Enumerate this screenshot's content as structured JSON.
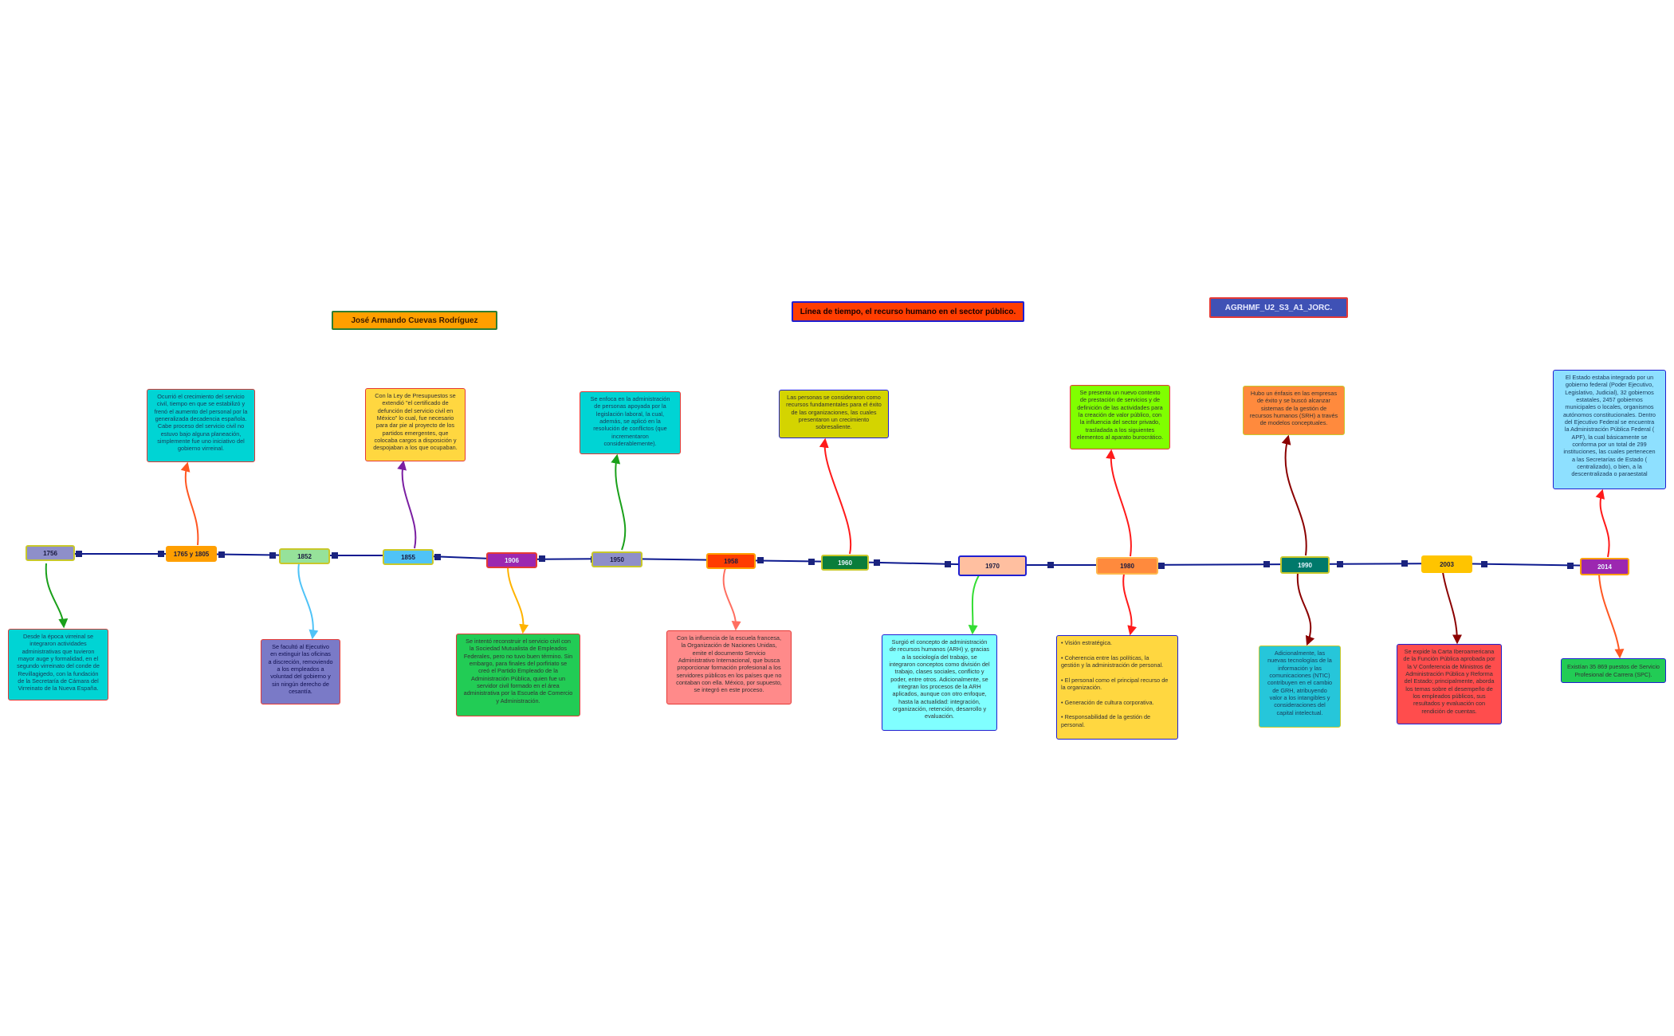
{
  "headers": {
    "author": "José Armando Cuevas Rodríguez",
    "title": "Línea de tiempo, el recurso humano en el sector público.",
    "code": "AGRHMF_U2_S3_A1_JORC."
  },
  "timeline": [
    {
      "label": "1756",
      "fill": "#8e8fc9",
      "border": "#c8c82a"
    },
    {
      "label": "1765 y 1805",
      "fill": "#ff9f00",
      "border": "#ff9f00"
    },
    {
      "label": "1852",
      "fill": "#96e29a",
      "border": "#c8c82a"
    },
    {
      "label": "1855",
      "fill": "#4fc3f7",
      "border": "#c8c82a"
    },
    {
      "label": "1906",
      "fill": "#9c27b0",
      "border": "#e53935"
    },
    {
      "label": "1950",
      "fill": "#8e8fc9",
      "border": "#c8c82a"
    },
    {
      "label": "1958",
      "fill": "#ff3d00",
      "border": "#ff9f00"
    },
    {
      "label": "1960",
      "fill": "#0a7d3b",
      "border": "#c8c82a"
    },
    {
      "label": "1970",
      "fill": "#ffbfa0",
      "border": "#1f1fd1"
    },
    {
      "label": "1980",
      "fill": "#ff8a3d",
      "border": "#ffb74d"
    },
    {
      "label": "1990",
      "fill": "#00796b",
      "border": "#c8c82a"
    },
    {
      "label": "2003",
      "fill": "#ffc400",
      "border": "#ffc400"
    },
    {
      "label": "2014",
      "fill": "#9c27b0",
      "border": "#ff9f00"
    }
  ],
  "notes": [
    {
      "id": "n1756",
      "fill": "#00d4d4",
      "border": "#e53935",
      "stroke": "#1aa01a",
      "text": "Desde la época virreinal se\nintegraron actividades\nadministrativas que tuvieron\nmayor auge y formalidad, en el\nsegundo virreinato del conde de\nRevillagigedo, con la fundación\nde la Secretaría de Cámara del\nVirreinato de la Nueva España."
    },
    {
      "id": "n1765",
      "fill": "#00d4d4",
      "border": "#e53935",
      "stroke": "#ff5722",
      "text": "Ocurrió el crecimiento del servicio\ncivil, tiempo en que se estabilizó y\nfrenó el aumento del personal por la\ngeneralizada decadencia española.\nCabe proceso del servicio civil no\nestuvo bajo alguna planeación,\nsimplemente fue uno iniciativo del\ngobierno virreinal."
    },
    {
      "id": "n1852",
      "fill": "#7a7ac7",
      "border": "#e53935",
      "stroke": "#4fc3f7",
      "text": "Se facultó al Ejecutivo\nen extinguir las oficinas\na discreción, removiendo\na los empleados a\nvoluntad del gobierno y\nsin ningún derecho de\ncesantía."
    },
    {
      "id": "n1855",
      "fill": "#ffd740",
      "border": "#e53935",
      "stroke": "#7b1fa2",
      "text": "Con la Ley de Presupuestos se\nextendió \"el certificado de\ndefunción del servicio civil en\nMéxico\" lo cual, fue necesario\npara dar pie al proyecto de los\npartidos emergentes, que\ncolocaba cargos a disposición y\ndespojaban a los que ocupaban."
    },
    {
      "id": "n1906",
      "fill": "#22cc55",
      "border": "#e53935",
      "stroke": "#ffb300",
      "text": "Se intentó reconstruir el servicio civil con\nla Sociedad Mutualista de Empleados\nFederales, pero no tuvo buen término. Sin\nembargo, para finales del porfiriato se\ncreó el Partido Empleado de la\nAdministración Pública, quien fue un\nservidor civil formado en el área\nadministrativa por la Escuela de Comercio\ny Administración."
    },
    {
      "id": "n1950",
      "fill": "#00d4d4",
      "border": "#e53935",
      "stroke": "#1aa01a",
      "text": "Se enfoca en la administración\nde personas apoyada por la\nlegislación laboral, la cual,\nademás, se aplicó en la\nresolución de conflictos (que\nincrementaron\nconsiderablemente)."
    },
    {
      "id": "n1958",
      "fill": "#ff8a8a",
      "border": "#e53935",
      "stroke": "#ff6f61",
      "text": "Con la influencia de la escuela francesa,\nla Organización de Naciones Unidas,\nemite el documento Servicio\nAdministrativo Internacional, que busca\nproporcionar formación profesional a los\nservidores públicos en los países que no\ncontaban con ella. México, por supuesto,\nse integró en este proceso."
    },
    {
      "id": "n1960",
      "fill": "#d4d400",
      "border": "#1f1fd1",
      "stroke": "#ff1a1a",
      "text": "Las personas se consideraron como\nrecursos fundamentales para el éxito\nde las organizaciones, las cuales\npresentaron un crecimiento\nsobresaliente."
    },
    {
      "id": "n1970",
      "fill": "#80ffff",
      "border": "#1f1fd1",
      "stroke": "#33dd33",
      "text": "Surgió el concepto de administración\nde recursos humanos (ARH) y, gracias\na la sociología del trabajo, se\nintegraron conceptos como división del\ntrabajo, clases sociales, conflicto y\npoder, entre otros. Adicionalmente, se\nintegran los procesos de la ARH\naplicados, aunque con otro enfoque,\nhasta la actualidad: integración,\norganización, retención, desarrollo y\nevaluación."
    },
    {
      "id": "n1980a",
      "fill": "#80ff00",
      "border": "#e53935",
      "stroke": "#ff1a1a",
      "text": "Se presenta un nuevo contexto\nde prestación de servicios y de\ndefinición de las actividades para\nla creación de valor público, con\nla influencia del sector privado,\ntrasladada a los siguientes\nelementos al aparato burocrático."
    },
    {
      "id": "n1980b",
      "fill": "#ffd740",
      "border": "#1f1fd1",
      "stroke": "#ff1a1a",
      "text": "• Visión estratégica.\n\n• Coherencia entre las políticas, la\ngestión y la administración de personal.\n\n• El personal como el principal recurso de\nla organización.\n\n• Generación de cultura corporativa.\n\n• Responsabilidad de la gestión de\npersonal."
    },
    {
      "id": "n1990a",
      "fill": "#ff8a3d",
      "border": "#c8c82a",
      "stroke": "#8b0000",
      "text": "Hubo un énfasis en las empresas\nde éxito y se buscó alcanzar\nsistemas de la gestión de\nrecursos humanos (SRH) a través\nde modelos conceptuales."
    },
    {
      "id": "n1990b",
      "fill": "#26c6da",
      "border": "#c8c82a",
      "stroke": "#8b0000",
      "text": "Adicionalmente, las\nnuevas tecnologías de la\ninformación y las\ncomunicaciones (NTIC)\ncontribuyen en el cambio\nde GRH, atribuyendo\nvalor a los intangibles y\nconsideraciones del\ncapital intelectual."
    },
    {
      "id": "n2003",
      "fill": "#ff4d4d",
      "border": "#1f1fd1",
      "stroke": "#8b0000",
      "text": "Se expide la Carta Iberoamericana\nde la Función Pública aprobada por\nla V Conferencia de Ministros de\nAdministración Pública y Reforma\ndel Estado; principalmente, aborda\nlos temas sobre el desempeño de\nlos empleados públicos, sus\nresultados y evaluación con\nrendición de cuentas."
    },
    {
      "id": "n2014a",
      "fill": "#8ee0ff",
      "border": "#1f1fd1",
      "stroke": "#ff1a1a",
      "text": "El Estado estaba integrado por un\ngobierno federal (Poder Ejecutivo,\nLegislativo, Judicial), 32 gobiernos\nestatales, 2457 gobiernos\nmunicipales o locales, organismos\nautónomos constitucionales. Dentro\ndel Ejecutivo Federal se encuentra\nla Administración Pública Federal (\nAPF), la cual básicamente se\nconforma por un total de 299\ninstituciones, las cuales pertenecen\na las Secretarías de Estado (\ncentralizado), o bien, a la\ndescentralizada o paraestatal"
    },
    {
      "id": "n2014b",
      "fill": "#22cc55",
      "border": "#1f1fd1",
      "stroke": "#ff5722",
      "text": "Existían 35 869 puestos de Servicio\nProfesional de Carrera (SPC)."
    }
  ]
}
